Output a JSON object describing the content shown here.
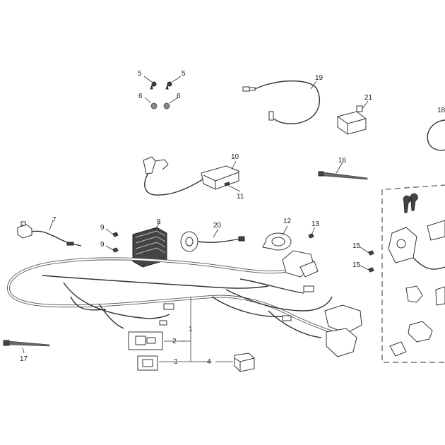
{
  "callouts": [
    {
      "id": "c1",
      "label": "1"
    },
    {
      "id": "c2",
      "label": "2"
    },
    {
      "id": "c3",
      "label": "3"
    },
    {
      "id": "c4",
      "label": "4"
    },
    {
      "id": "c5a",
      "label": "5"
    },
    {
      "id": "c5b",
      "label": "5"
    },
    {
      "id": "c6a",
      "label": "6"
    },
    {
      "id": "c6b",
      "label": "6"
    },
    {
      "id": "c7",
      "label": "7"
    },
    {
      "id": "c8",
      "label": "8"
    },
    {
      "id": "c9a",
      "label": "9"
    },
    {
      "id": "c9b",
      "label": "9"
    },
    {
      "id": "c10",
      "label": "10"
    },
    {
      "id": "c11",
      "label": "11"
    },
    {
      "id": "c12",
      "label": "12"
    },
    {
      "id": "c13",
      "label": "13"
    },
    {
      "id": "c15a",
      "label": "15"
    },
    {
      "id": "c15b",
      "label": "15"
    },
    {
      "id": "c16",
      "label": "16"
    },
    {
      "id": "c17",
      "label": "17"
    },
    {
      "id": "c18",
      "label": "18"
    },
    {
      "id": "c19",
      "label": "19"
    },
    {
      "id": "c20",
      "label": "20"
    },
    {
      "id": "c21",
      "label": "21"
    }
  ],
  "colors": {
    "line": "#333333",
    "background": "#ffffff",
    "part_fill": "#444444"
  }
}
